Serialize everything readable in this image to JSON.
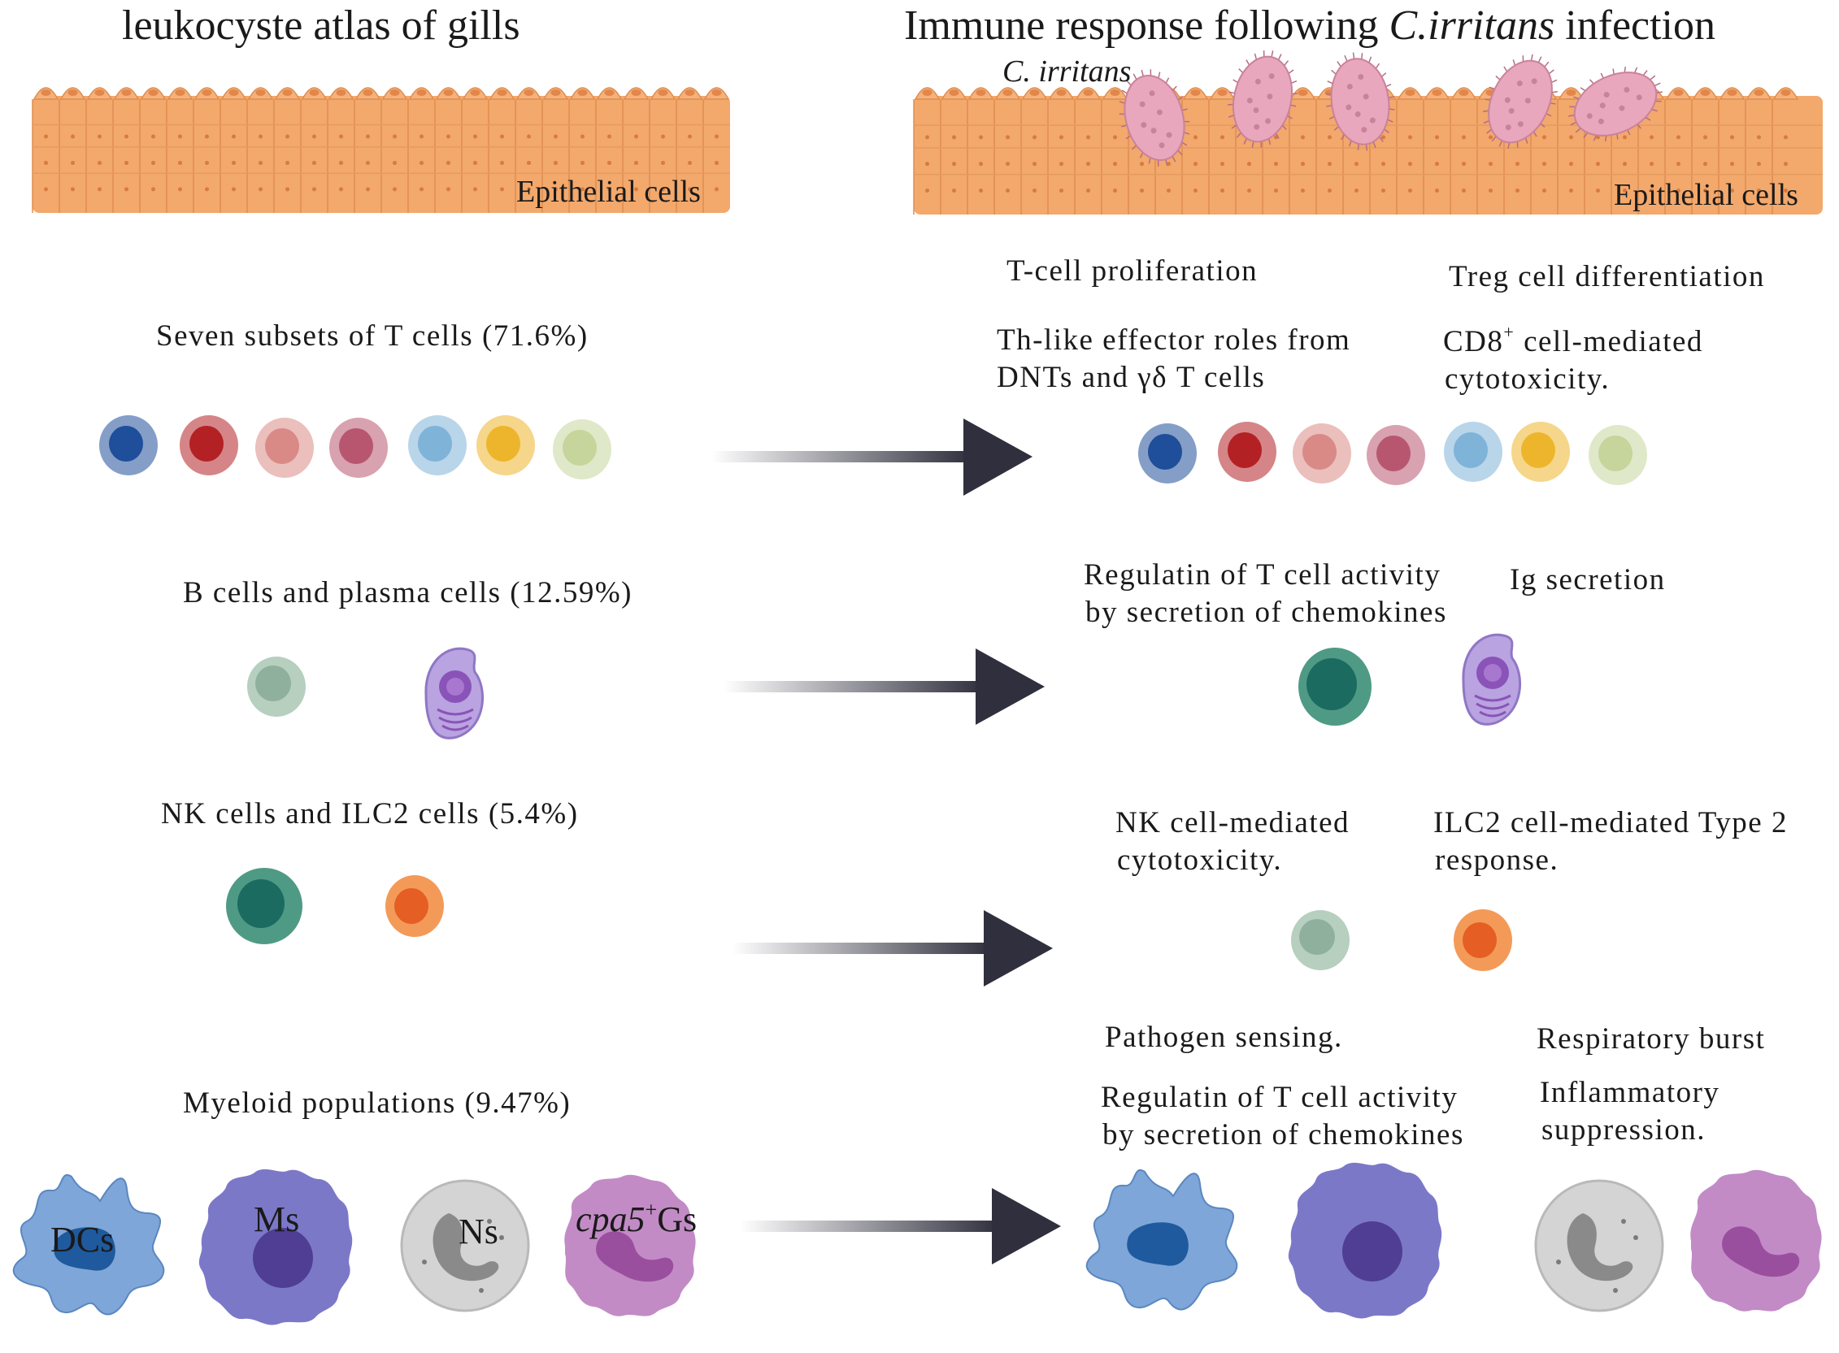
{
  "left": {
    "title": "leukocyste atlas of gills",
    "epithelium_label": "Epithelial cells",
    "t_cells_label": "Seven subsets of T cells (71.6%)",
    "b_cells_label": "B cells and plasma cells (12.59%)",
    "nk_label": "NK cells and ILC2 cells (5.4%)",
    "myeloid_label": "Myeloid populations (9.47%)",
    "myeloid_cells": {
      "dcs": "DCs",
      "ms": "Ms",
      "ns": "Ns",
      "gs_italic": "cpa5",
      "gs_sup": "+",
      "gs_rest": "Gs"
    }
  },
  "right": {
    "title_pre": "Immune response following ",
    "title_italic": "C.irritans",
    "title_post": " infection",
    "parasite_label": "C. irritans",
    "epithelium_label": "Epithelial cells",
    "t_row": {
      "prolif": "T-cell proliferation",
      "treg": "Treg cell differentiation",
      "th_line1": "Th-like effector roles from",
      "th_line2": "DNTs and γδ T cells",
      "cd8_pre": "CD8",
      "cd8_sup": "+",
      "cd8_post": " cell-mediated",
      "cd8_line2": "cytotoxicity."
    },
    "b_row": {
      "reg_line1": "Regulatin of T cell activity",
      "reg_line2": "by secretion of chemokines",
      "ig": "Ig secretion"
    },
    "nk_row": {
      "nk_line1": "NK cell-mediated",
      "nk_line2": "cytotoxicity.",
      "ilc2_line1": "ILC2 cell-mediated Type 2",
      "ilc2_line2": "response."
    },
    "my_row": {
      "sensing": "Pathogen sensing.",
      "resp": "Respiratory burst",
      "reg_line1": "Regulatin of T cell activity",
      "reg_line2": "by secretion of chemokines",
      "infl_line1": "Inflammatory",
      "infl_line2": "suppression."
    }
  },
  "colors": {
    "epithelium": "#f3a86c",
    "parasite": "#e9a7bd",
    "arrow": "#2f2f3d",
    "t_subsets": [
      "#1f4e9a",
      "#b32124",
      "#d98a86",
      "#b85670",
      "#7fb3d8",
      "#edb52b",
      "#c5d59b"
    ],
    "b_cell": "#8fb8a0",
    "plasma_cell": "#9c77c9",
    "nk_cell": "#1f6f63",
    "ilc2_cell": "#e7692d",
    "dc": "#5b8fcb",
    "macrophage": "#6b63b8",
    "neutrophil": "#9a9a9a",
    "granulocyte": "#b36bb0"
  }
}
